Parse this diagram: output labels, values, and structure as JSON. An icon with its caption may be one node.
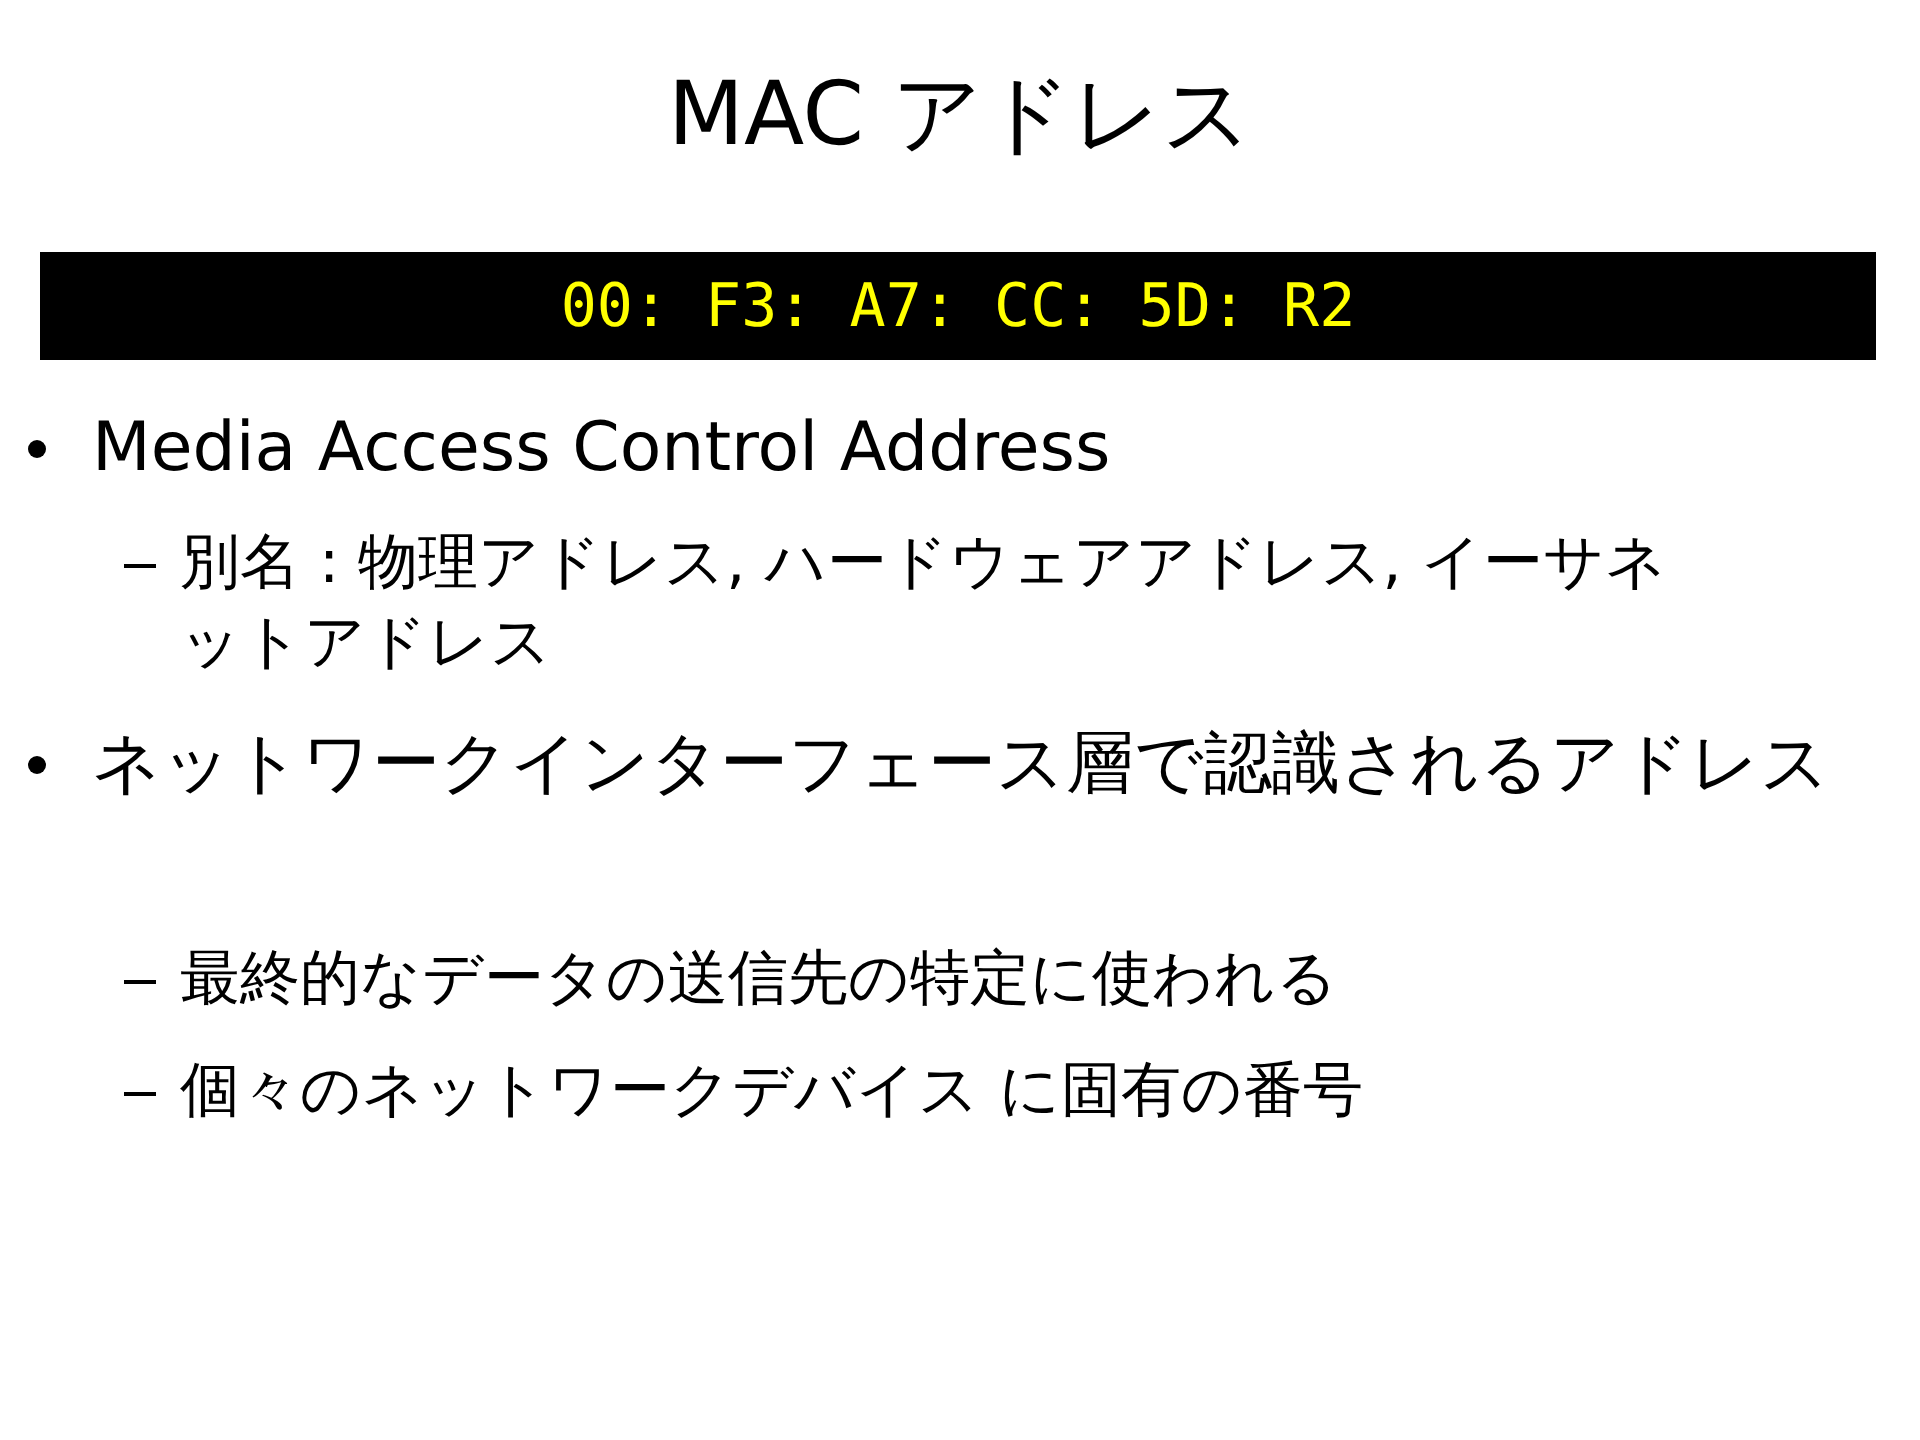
{
  "diagram": {
    "title": "MAC アドレス",
    "nodes": [
      {
        "text": [
          "00: F3: A7: CC: 5D: R2"
        ]
      }
    ],
    "labels": [
      "Media Access Control Address",
      "別名 : 物理アドレス, ハードウェアアドレス, イーサネットアドレス",
      "ネットワークインターフェース層で認識されるアドレス",
      "最終的なデータの送信先の特定に使われる",
      "個々のネットワークデバイス に固有の番号"
    ]
  }
}
